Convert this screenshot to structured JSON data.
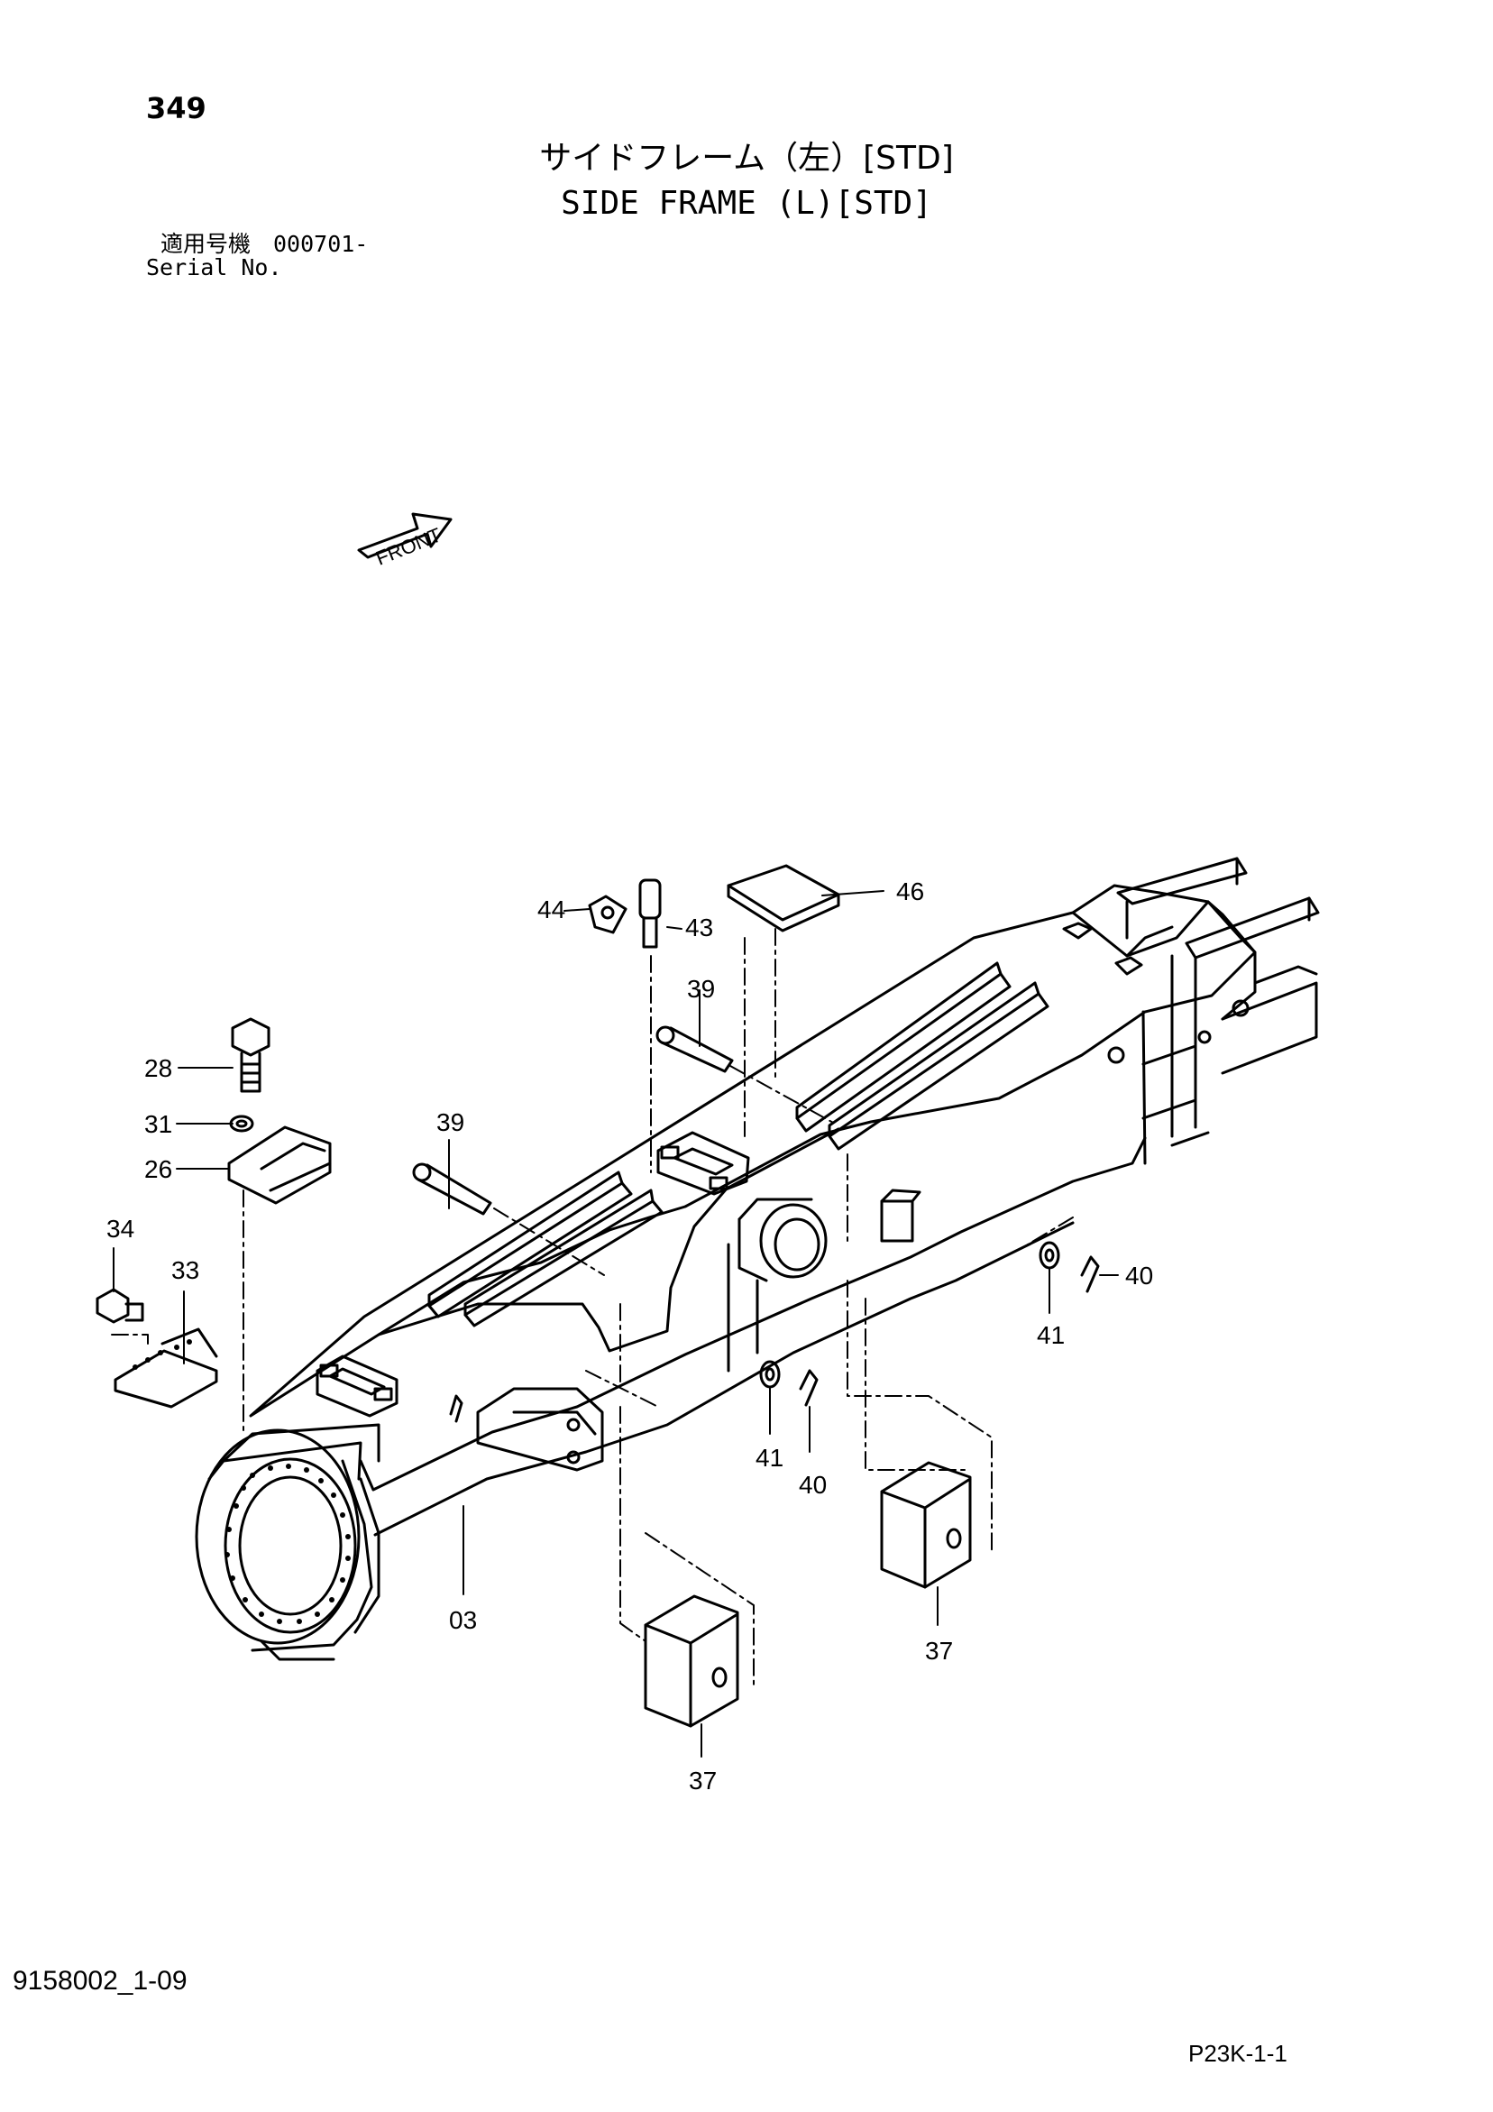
{
  "header": {
    "page_number": "349",
    "title_jp": "サイドフレーム（左）[STD]",
    "title_en": "SIDE FRAME (L)[STD]",
    "serial_label_jp": "適用号機　000701-",
    "serial_label_en": "Serial No."
  },
  "diagram": {
    "front_label": "FRONT",
    "callouts": [
      {
        "id": "c44",
        "label": "44"
      },
      {
        "id": "c43",
        "label": "43"
      },
      {
        "id": "c46",
        "label": "46"
      },
      {
        "id": "c39a",
        "label": "39"
      },
      {
        "id": "c28",
        "label": "28"
      },
      {
        "id": "c31",
        "label": "31"
      },
      {
        "id": "c26",
        "label": "26"
      },
      {
        "id": "c39b",
        "label": "39"
      },
      {
        "id": "c34",
        "label": "34"
      },
      {
        "id": "c33",
        "label": "33"
      },
      {
        "id": "c40a",
        "label": "40"
      },
      {
        "id": "c41a",
        "label": "41"
      },
      {
        "id": "c41b",
        "label": "41"
      },
      {
        "id": "c40b",
        "label": "40"
      },
      {
        "id": "c03",
        "label": "03"
      },
      {
        "id": "c37a",
        "label": "37"
      },
      {
        "id": "c37b",
        "label": "37"
      }
    ]
  },
  "footer": {
    "doc_code": "9158002_1-09",
    "page_code": "P23K-1-1"
  }
}
